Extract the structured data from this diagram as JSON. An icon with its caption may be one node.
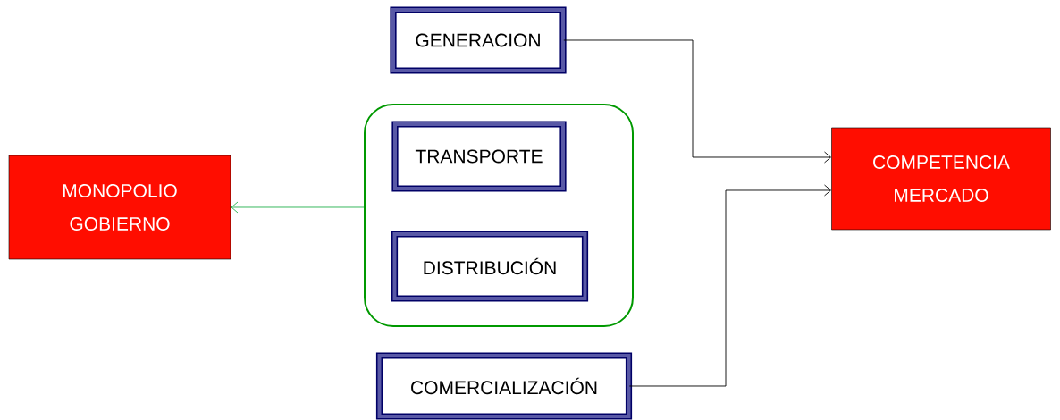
{
  "diagram": {
    "nodes": [
      {
        "text": [
          "GENERACION"
        ]
      },
      {
        "text": [],
        "shape": "box"
      },
      {
        "text": [
          "TRANSPORTE"
        ],
        "in": 1
      },
      {
        "text": [
          "DISTRIBUCIÓN"
        ],
        "in": 1
      },
      {
        "text": [
          "COMERCIALIZACIÓN"
        ]
      },
      {
        "text": [
          "MONOPOLIO",
          "GOBIERNO"
        ]
      },
      {
        "text": [
          "COMPETENCIA",
          "MERCADO"
        ]
      }
    ],
    "edges": [
      {
        "from": 0,
        "to": 6,
        "arrow": "to"
      },
      {
        "from": 4,
        "to": 6,
        "arrow": "to"
      },
      {
        "from": 1,
        "to": 5,
        "arrow": "to",
        "color": "#22b14c"
      }
    ]
  }
}
